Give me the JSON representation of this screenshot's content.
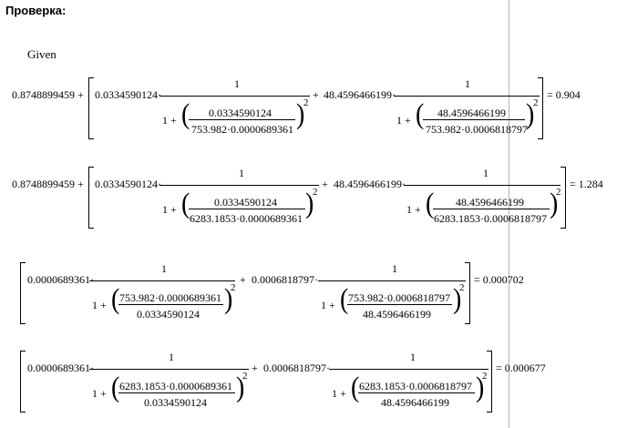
{
  "heading": "Проверка:",
  "given": "Given",
  "equations": [
    {
      "lead": "0.8748899459 +",
      "t1coef": "0.0334590124·",
      "t1num": "1",
      "t1one": "1 +",
      "t1fnum": "0.0334590124",
      "t1fden": "753.982·0.0000689361",
      "plus": "+",
      "t2coef": "48.4596466199·",
      "t2num": "1",
      "t2one": "1 +",
      "t2fnum": "48.4596466199",
      "t2fden": "753.982·0.0006818797",
      "exp": "2",
      "result": "= 0.904"
    },
    {
      "lead": "0.8748899459 +",
      "t1coef": "0.0334590124·",
      "t1num": "1",
      "t1one": "1 +",
      "t1fnum": "0.0334590124",
      "t1fden": "6283.1853·0.0000689361",
      "plus": "+",
      "t2coef": "48.4596466199·",
      "t2num": "1",
      "t2one": "1 +",
      "t2fnum": "48.4596466199",
      "t2fden": "6283.1853·0.0006818797",
      "exp": "2",
      "result": "= 1.284"
    },
    {
      "t1coef": "0.0000689361·",
      "t1num": "1",
      "t1one": "1 +",
      "t1fnum": "753.982·0.0000689361",
      "t1fden": "0.0334590124",
      "plus": "+",
      "t2coef": "0.0006818797·",
      "t2num": "1",
      "t2one": "1 +",
      "t2fnum": "753.982·0.0006818797",
      "t2fden": "48.4596466199",
      "exp": "2",
      "result": "= 0.000702"
    },
    {
      "t1coef": "0.0000689361·",
      "t1num": "1",
      "t1one": "1 +",
      "t1fnum": "6283.1853·0.0000689361",
      "t1fden": "0.0334590124",
      "plus": "+",
      "t2coef": "0.0006818797·",
      "t2num": "1",
      "t2one": "1 +",
      "t2fnum": "6283.1853·0.0006818797",
      "t2fden": "48.4596466199",
      "exp": "2",
      "result": "= 0.000677"
    }
  ]
}
